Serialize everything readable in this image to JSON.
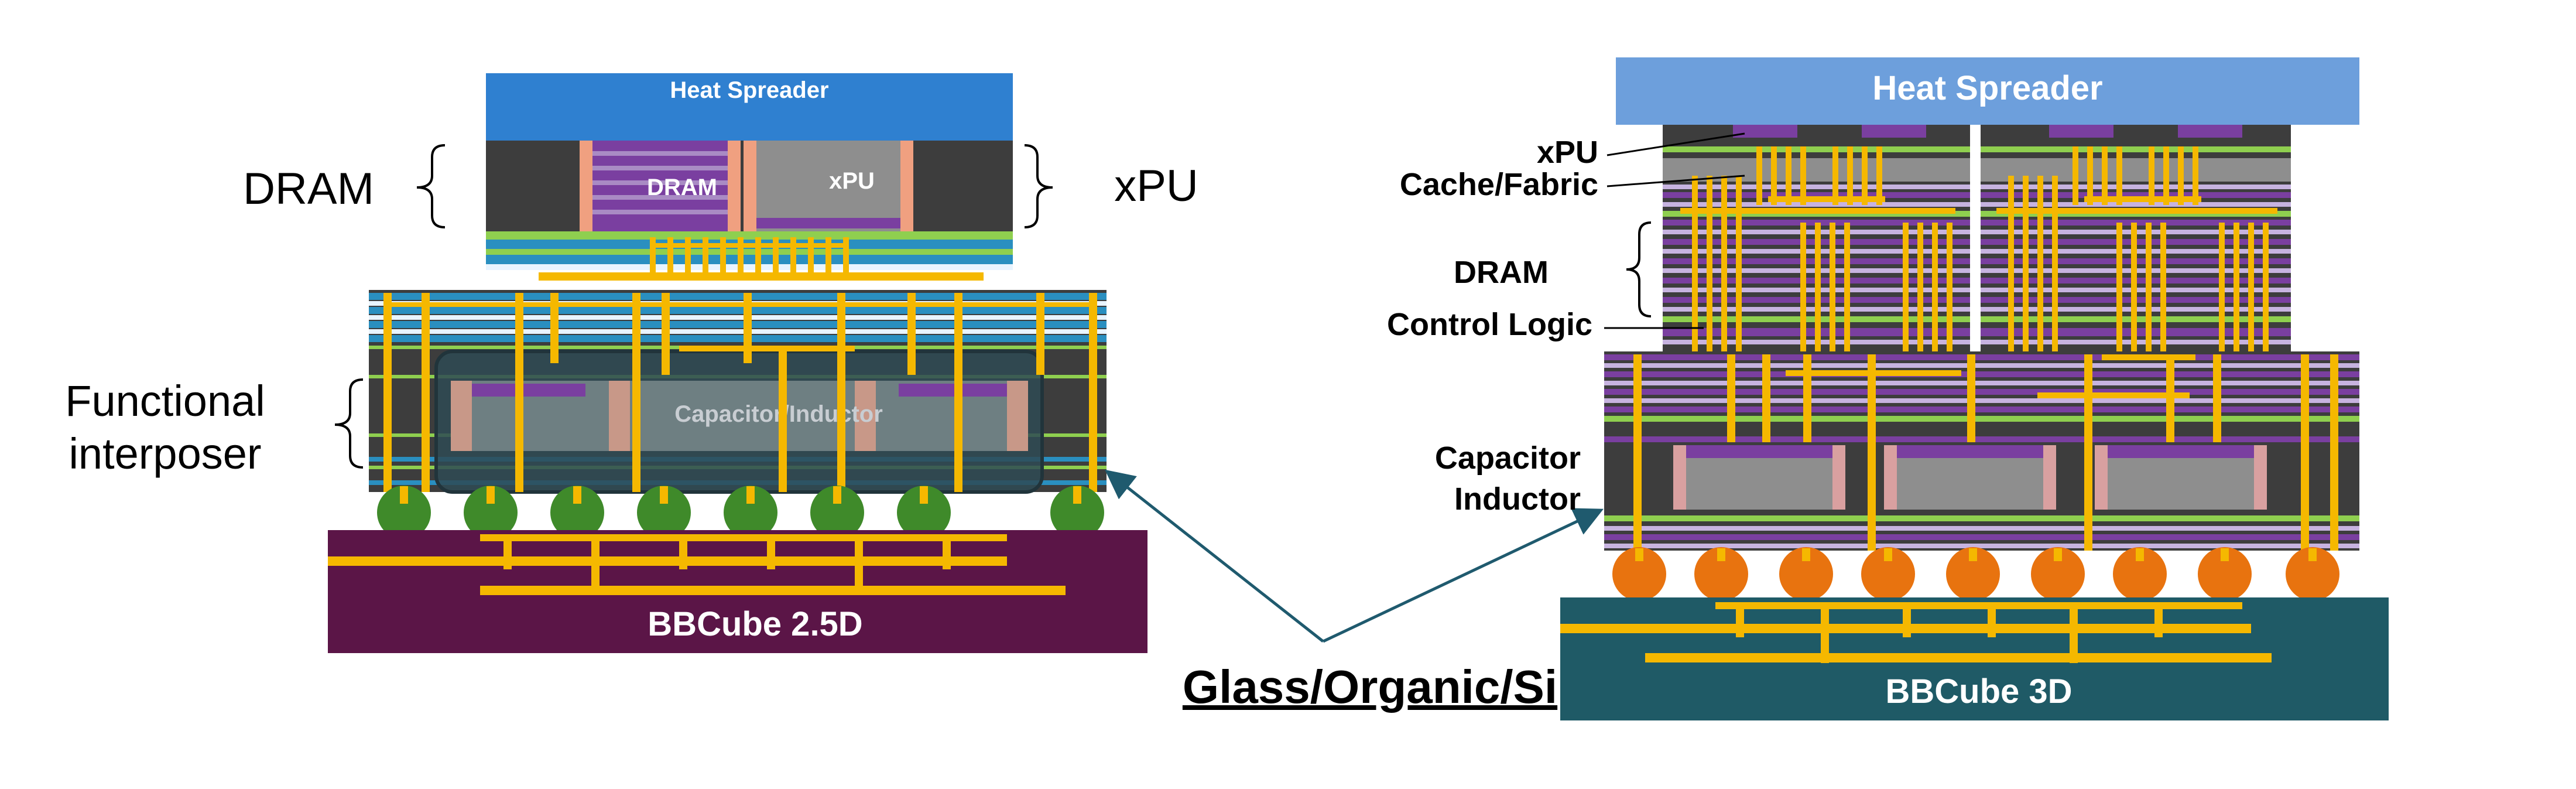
{
  "left": {
    "heat_spreader": "Heat Spreader",
    "chip_dram": "DRAM",
    "chip_xpu": "xPU",
    "label_dram": "DRAM",
    "label_xpu": "xPU",
    "label_functional": "Functional",
    "label_interposer": "interposer",
    "embedded": "Capacitor/Inductor",
    "substrate": "BBCube 2.5D"
  },
  "center": {
    "material": "Glass/Organic/Si"
  },
  "right": {
    "heat_spreader": "Heat Spreader",
    "label_xpu": "xPU",
    "label_cache": "Cache/Fabric",
    "label_dram": "DRAM",
    "label_control": "Control Logic",
    "label_capacitor": "Capacitor",
    "label_inductor": "Inductor",
    "substrate": "BBCube 3D"
  },
  "colors": {
    "heat_spreader_left": "#2f80d0",
    "heat_spreader_right": "#6d9fdc",
    "substrate_left": "#5b1547",
    "substrate_right": "#1f5a66",
    "copper": "#f5b800",
    "bump_left": "#3f8a2a",
    "bump_right": "#e8730f",
    "dram_purple": "#7a3fa0",
    "xpu_grey": "#8e8e8e",
    "dark_layer": "#3d3d3d",
    "arrow": "#1f5a6e"
  }
}
